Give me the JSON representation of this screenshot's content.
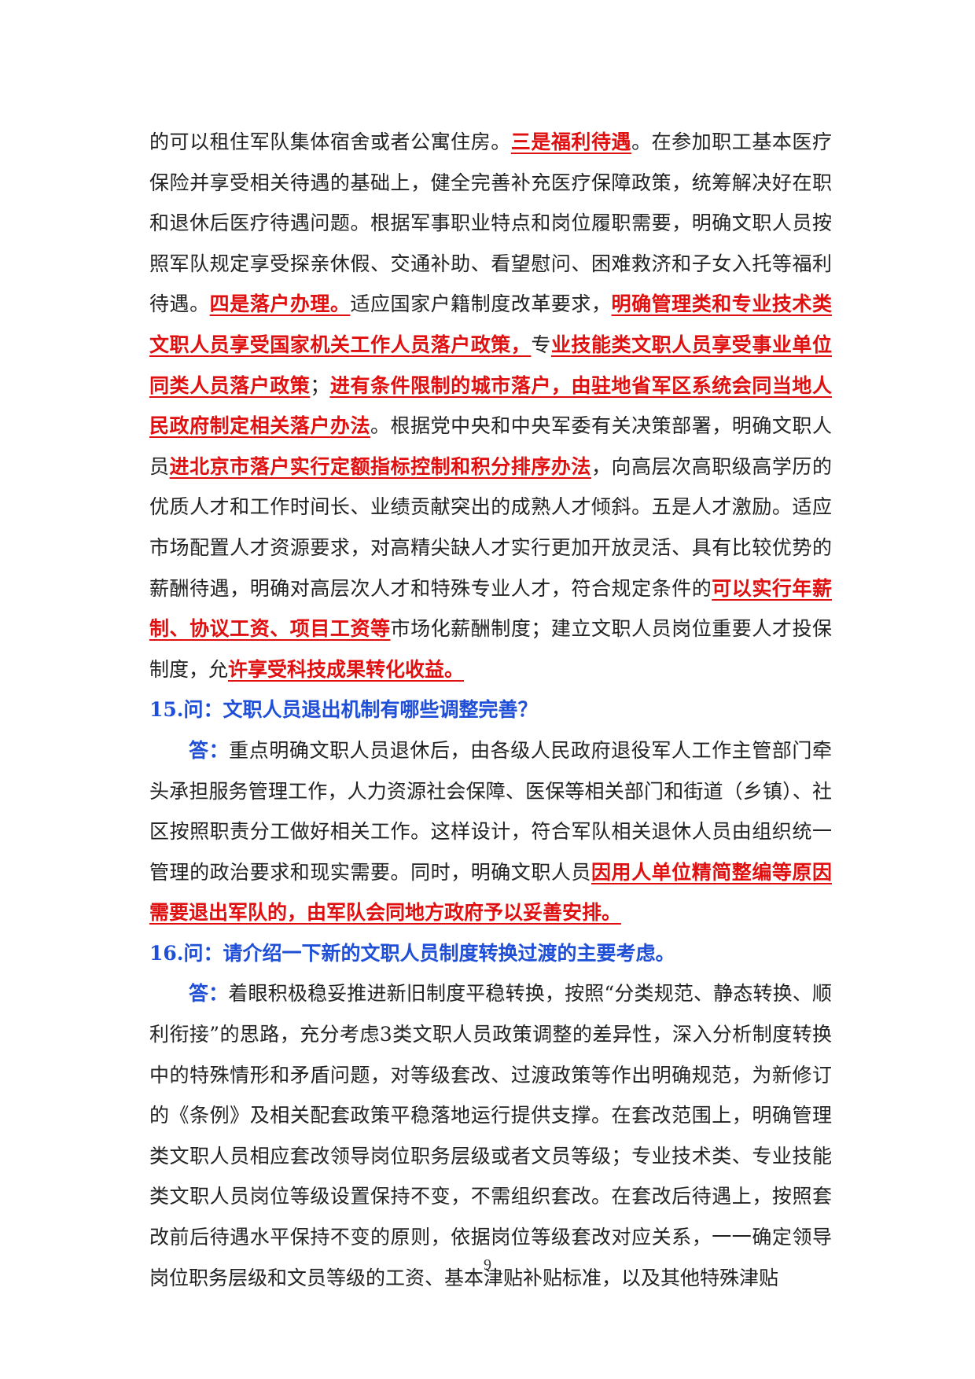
{
  "para1": {
    "s1": "的可以租住军队集体宿舍或者公寓住房。",
    "h1": "三是福利待遇",
    "s2": "。在参加职工基本医疗保险并享受相关待遇的基础上，健全完善补充医疗保障政策，统筹解决好在职和退休后医疗待遇问题。根据军事职业特点和岗位履职需要，明确文职人员按照军队规定享受探亲休假、交通补助、看望慰问、困难救济和子女入托等福利待遇。",
    "h2": "四是落户办理。",
    "s3": "适应国家户籍制度改革要求，",
    "h3": "明确管理类和专业技术类文职人员享受国家机关工作人员落户政策，",
    "s4": "专",
    "h4": "业技能类文职人员享受事业单位同类人员落户政策",
    "s5": "；",
    "h5": "进有条件限制的城市落户，由驻地省军区系统会同当地人民政府制定相关落户办法",
    "s6": "。根据党中央和中央军委有关决策部署，明确文职人员",
    "h6": "进北京市落户实行定额指标控制和积分排序办法",
    "s7": "，向高层次高职级高学历的优质人才和工作时间长、业绩贡献突出的成熟人才倾斜。五是人才激励。适应市场配置人才资源要求，对高精尖缺人才实行更加开放灵活、具有比较优势的薪酬待遇，明确对高层次人才和特殊专业人才，符合规定条件的",
    "h7": "可以实行年薪制、协议工资、项目工资等",
    "s8": "市场化薪酬制度；建立文职人员岗位重要人才投保制度，允",
    "h8": "许享受科技成果转化收益。"
  },
  "q15": {
    "question": "15.问：文职人员退出机制有哪些调整完善？",
    "answer_label": "答：",
    "s1": "重点明确文职人员退休后，由各级人民政府退役军人工作主管部门牵头承担服务管理工作，人力资源社会保障、医保等相关部门和街道（乡镇）、社区按照职责分工做好相关工作。这样设计，符合军队相关退休人员由组织统一管理的政治要求和现实需要。同时，明确文职人员",
    "h1": "因用人单位精简整编等原因需要退出军队的，由军队会同地方政府予以妥善安排。"
  },
  "q16": {
    "question": "16.问：请介绍一下新的文职人员制度转换过渡的主要考虑。",
    "answer_label": "答：",
    "s1": "着眼积极稳妥推进新旧制度平稳转换，按照“分类规范、静态转换、顺利衔接”的思路，充分考虑3类文职人员政策调整的差异性，深入分析制度转换中的特殊情形和矛盾问题，对等级套改、过渡政策等作出明确规范，为新修订的《条例》及相关配套政策平稳落地运行提供支撑。在套改范围上，明确管理类文职人员相应套改领导岗位职务层级或者文员等级；专业技术类、专业技能类文职人员岗位等级设置保持不变，不需组织套改。在套改后待遇上，按照套改前后待遇水平保持不变的原则，依据岗位等级套改对应关系，一一确定领导岗位职务层级和文员等级的工资、基本津贴补贴标准，以及其他特殊津贴"
  },
  "page_number": "9"
}
